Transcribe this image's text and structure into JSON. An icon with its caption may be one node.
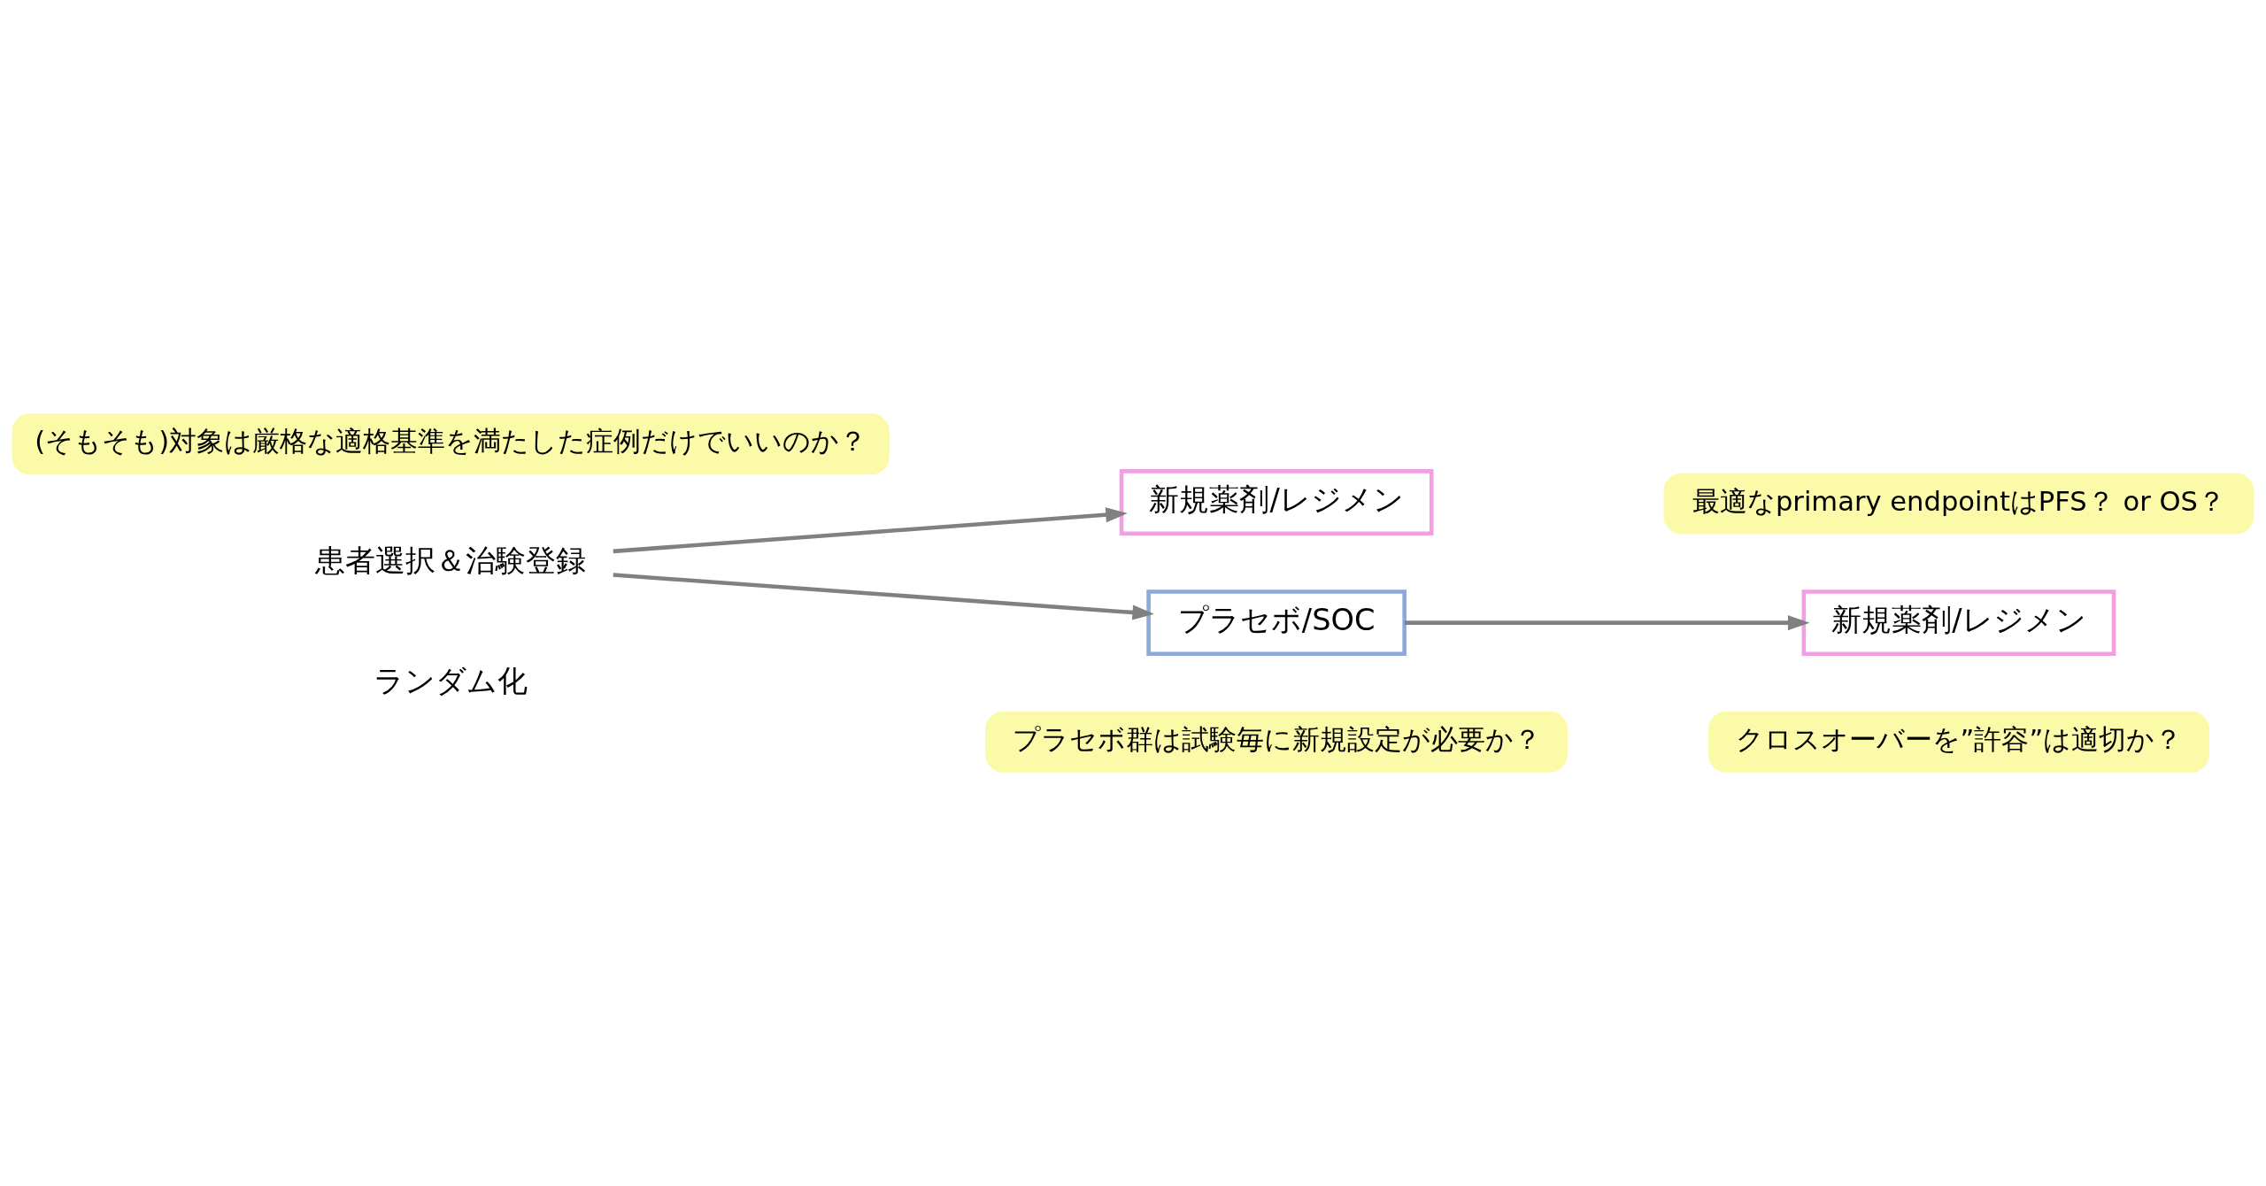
{
  "diagram": {
    "nodes": [
      {
        "text": [
          "患者選択＆治験登録"
        ]
      },
      {
        "text": [
          "新規薬剤/レジメン"
        ]
      },
      {
        "text": [
          "プラセボ/SOC"
        ]
      },
      {
        "text": [
          "新規薬剤/レジメン"
        ]
      },
      {
        "text": [
          "(そもそも)対象は厳格な適格基準を満たした症例だけでいいのか？"
        ]
      },
      {
        "text": [
          "最適なprimary endpointはPFS？ or OS？"
        ]
      },
      {
        "text": [
          "プラセボ群は試験毎に新規設定が必要か？"
        ]
      },
      {
        "text": [
          "クロスオーバーを”許容”は適切か？"
        ]
      }
    ],
    "edges": [
      {
        "from": 0,
        "to": 1,
        "arrow": "to"
      },
      {
        "from": 0,
        "to": 2,
        "arrow": "to"
      },
      {
        "from": 2,
        "to": 3,
        "arrow": "to"
      }
    ],
    "labels": [
      "ランダム化"
    ]
  }
}
